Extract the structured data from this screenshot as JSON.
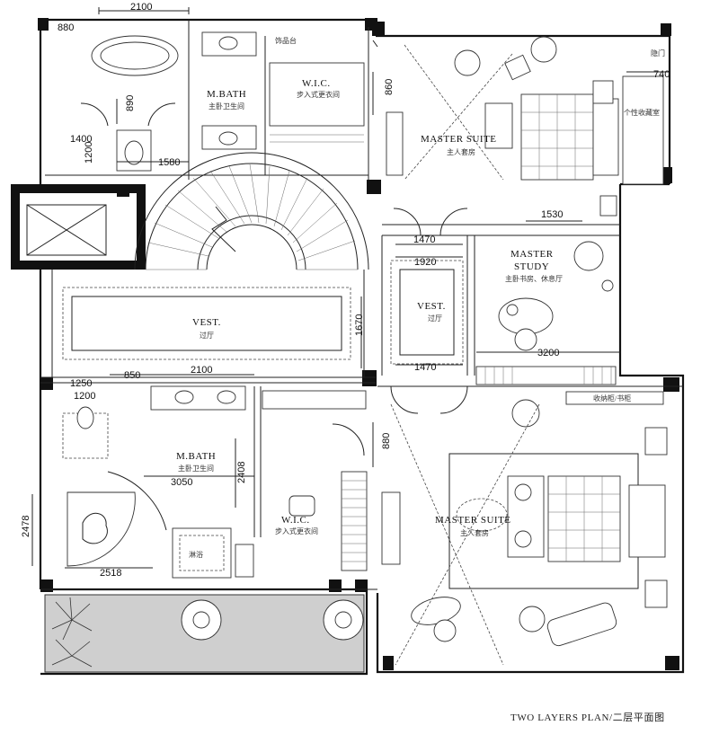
{
  "rooms": {
    "mbath_upper": {
      "en": "M.BATH",
      "cn": "主卧卫生间"
    },
    "wic_upper": {
      "en": "W.I.C.",
      "cn": "步入式更衣间"
    },
    "master_suite_upper": {
      "en": "MASTER SUITE",
      "cn": "主人套房"
    },
    "vest_left": {
      "en": "VEST.",
      "cn": "过厅"
    },
    "vest_center": {
      "en": "VEST.",
      "cn": "过厅"
    },
    "master_study": {
      "en1": "MASTER",
      "en2": "STUDY",
      "cn": "主卧书房、休息厅"
    },
    "mbath_lower": {
      "en": "M.BATH",
      "cn": "主卧卫生间"
    },
    "wic_lower": {
      "en": "W.I.C.",
      "cn": "步入式更衣间"
    },
    "master_suite_lower": {
      "en": "MASTER SUITE",
      "cn": "主人套房"
    }
  },
  "labels": {
    "decor_shelf": "饰品台",
    "hidden_door": "隐门",
    "collection": "个性收藏室",
    "storage_cabinet": "收纳柜/书柜",
    "shower": "淋浴"
  },
  "dimensions": {
    "d2100_top": "2100",
    "d880_top": "880",
    "d890": "890",
    "d860": "860",
    "d740": "740",
    "d1400": "1400",
    "d1200_upper": "1200",
    "d1580": "1580",
    "d1530": "1530",
    "d1470_top": "1470",
    "d1920": "1920",
    "d1670": "1670",
    "d3200": "3200",
    "d1470_bottom": "1470",
    "d1250": "1250",
    "d1200_lower": "1200",
    "d850": "850",
    "d2100_mid": "2100",
    "d2408": "2408",
    "d3050": "3050",
    "d880_mid": "880",
    "d2478": "2478",
    "d2518": "2518"
  },
  "caption": "TWO LAYERS PLAN/二层平面图"
}
